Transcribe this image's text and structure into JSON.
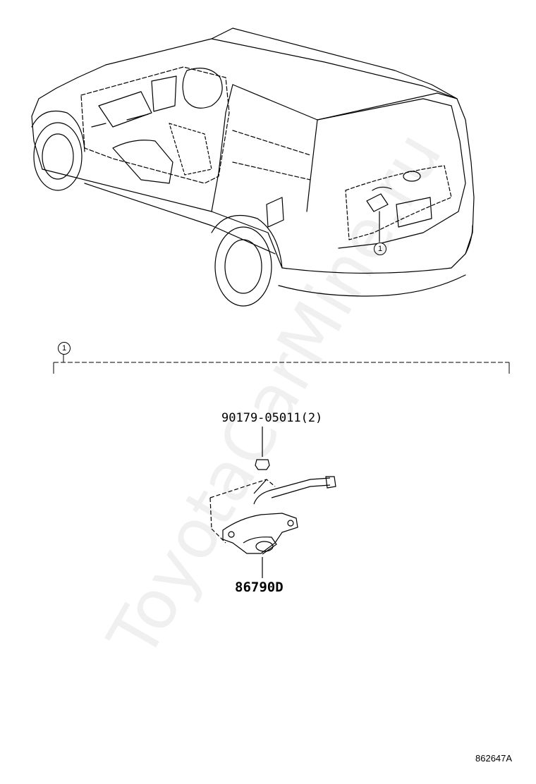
{
  "labels": {
    "callout_number": "1",
    "part_bolt": "90179-05011(2)",
    "part_camera": "86790D",
    "drawing_code": "862647A"
  },
  "watermark": "ToyotaCarMine.ru",
  "colors": {
    "line": "#000000",
    "background": "#ffffff"
  }
}
